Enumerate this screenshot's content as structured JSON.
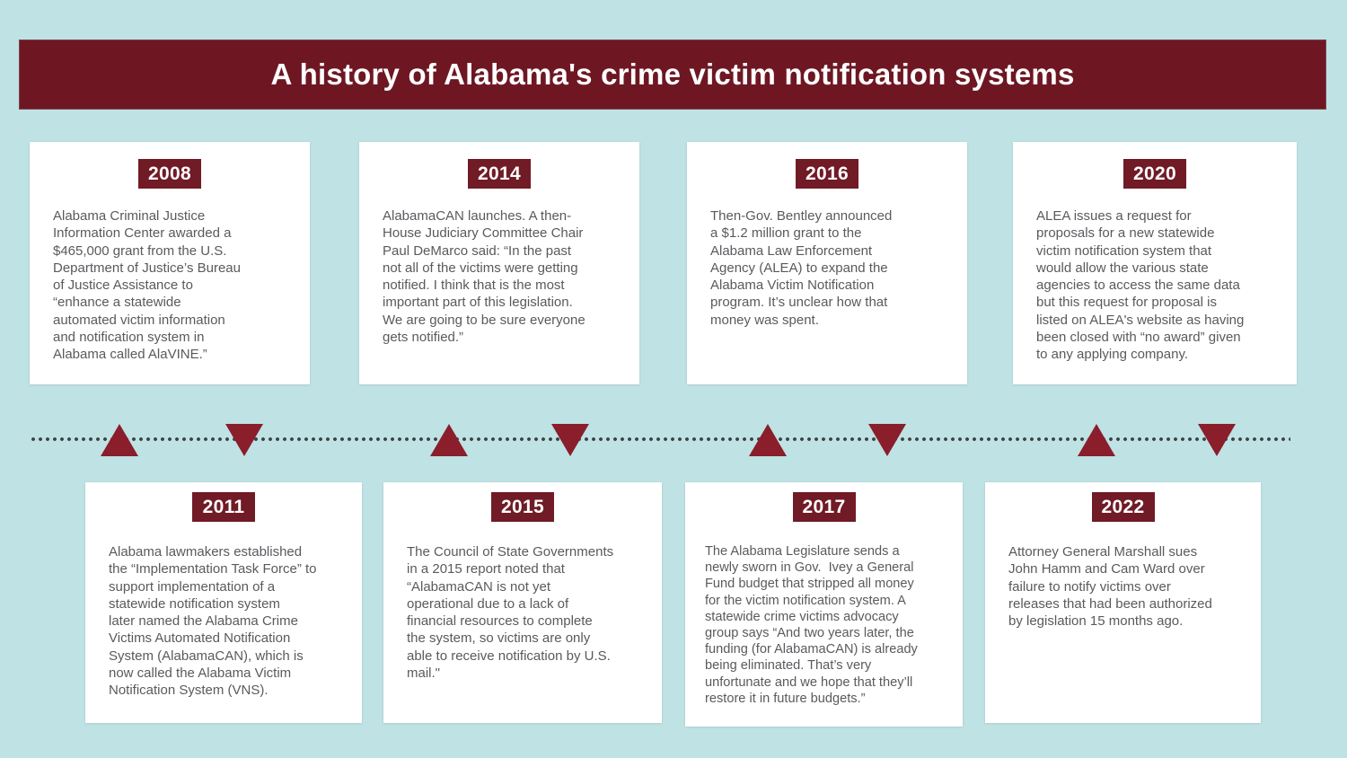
{
  "colors": {
    "background": "#bfe2e4",
    "banner": "#6e1723",
    "badge": "#701b26",
    "triangle": "#8a1e2b",
    "dots": "#3f4245",
    "card_bg": "#ffffff",
    "body_text": "#595a5e",
    "title_text": "#ffffff"
  },
  "header": {
    "title": "A history of Alabama's crime victim notification systems"
  },
  "timeline": {
    "marker_directions": [
      "up",
      "down",
      "up",
      "down",
      "up",
      "down",
      "up",
      "down"
    ]
  },
  "cards": {
    "top": [
      {
        "year": "2008",
        "lines": [
          "Alabama Criminal Justice",
          "Information Center awarded a",
          "$465,000 grant from the U.S.",
          "Department of Justice’s Bureau",
          "of Justice Assistance to",
          "“enhance a statewide",
          "automated victim information",
          "and notification system in",
          "Alabama called AlaVINE.”"
        ]
      },
      {
        "year": "2014",
        "lines": [
          "AlabamaCAN launches. A then-",
          "House Judiciary Committee Chair",
          "Paul DeMarco said: “In the past",
          "not all of the victims were getting",
          "notified. I think that is the most",
          "important part of this legislation.",
          "We are going to be sure everyone",
          "gets notified.”"
        ]
      },
      {
        "year": "2016",
        "lines": [
          "Then-Gov. Bentley announced",
          "a $1.2 million grant to the",
          "Alabama Law Enforcement",
          "Agency (ALEA) to expand the",
          "Alabama Victim Notification",
          "program. It’s unclear how that",
          "money was spent."
        ]
      },
      {
        "year": "2020",
        "lines": [
          "ALEA issues a request for",
          "proposals for a new statewide",
          "victim notification system that",
          "would allow the various state",
          "agencies to access the same data",
          "but this request for proposal is",
          "listed on ALEA's website as having",
          "been closed with “no award” given",
          "to any applying company."
        ]
      }
    ],
    "bottom": [
      {
        "year": "2011",
        "lines": [
          "Alabama lawmakers established",
          "the “Implementation Task Force” to",
          "support implementation of a",
          "statewide notification system",
          "later named the Alabama Crime",
          "Victims Automated Notification",
          "System (AlabamaCAN), which is",
          "now called the Alabama Victim",
          "Notification System (VNS)."
        ]
      },
      {
        "year": "2015",
        "lines": [
          "The Council of State Governments",
          "in a 2015 report noted that",
          "“AlabamaCAN is not yet",
          "operational due to a lack of",
          "financial resources to complete",
          "the system, so victims are only",
          "able to receive notification by U.S.",
          "mail.\""
        ]
      },
      {
        "year": "2017",
        "lines": [
          "The Alabama Legislature sends a",
          "newly sworn in Gov.  Ivey a General",
          "Fund budget that stripped all money",
          "for the victim notification system. A",
          "statewide crime victims advocacy",
          "group says “And two years later, the",
          "funding (for AlabamaCAN) is already",
          "being eliminated. That’s very",
          "unfortunate and we hope that they’ll",
          "restore it in future budgets.”"
        ]
      },
      {
        "year": "2022",
        "lines": [
          "Attorney General Marshall sues",
          "John Hamm and Cam Ward over",
          "failure to notify victims over",
          "releases that had been authorized",
          "by legislation 15 months ago."
        ]
      }
    ]
  }
}
